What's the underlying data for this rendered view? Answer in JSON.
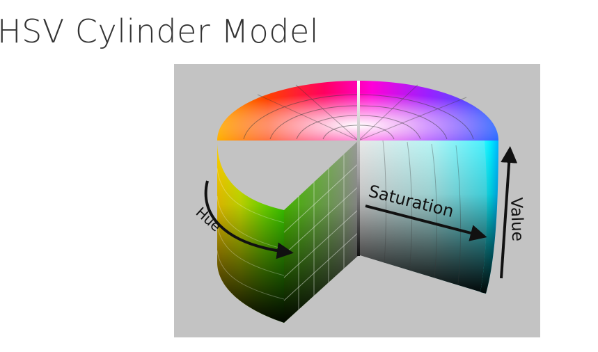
{
  "slide": {
    "title": "HSV Cylinder Model"
  },
  "diagram": {
    "labels": {
      "hue": "Hue",
      "saturation": "Saturation",
      "value": "Value"
    },
    "colors": {
      "background": "#c3c3c3",
      "text": "#111111",
      "title": "#333333"
    }
  }
}
